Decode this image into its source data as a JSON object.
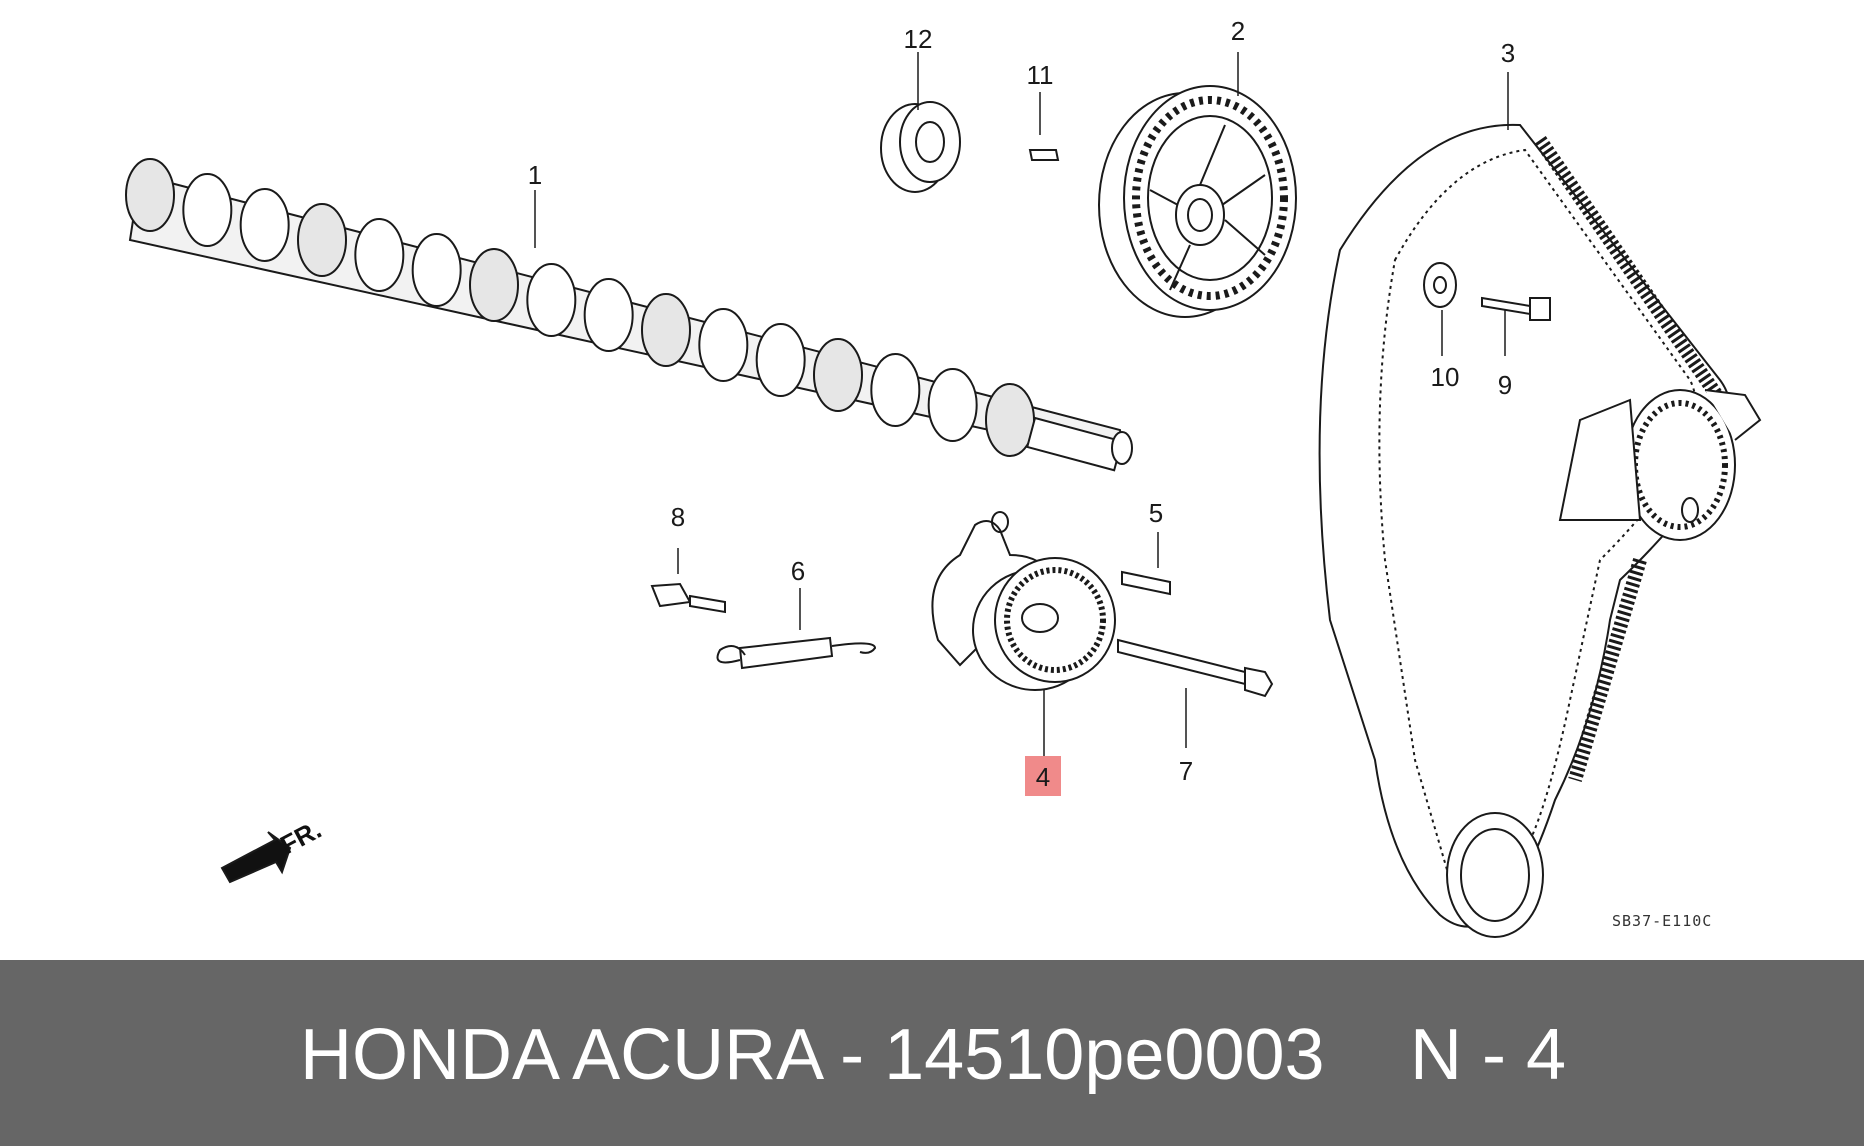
{
  "callouts": [
    {
      "id": "1",
      "label": "1"
    },
    {
      "id": "2",
      "label": "2"
    },
    {
      "id": "3",
      "label": "3"
    },
    {
      "id": "4",
      "label": "4",
      "highlighted": true
    },
    {
      "id": "5",
      "label": "5"
    },
    {
      "id": "6",
      "label": "6"
    },
    {
      "id": "7",
      "label": "7"
    },
    {
      "id": "8",
      "label": "8"
    },
    {
      "id": "9",
      "label": "9"
    },
    {
      "id": "10",
      "label": "10"
    },
    {
      "id": "11",
      "label": "11"
    },
    {
      "id": "12",
      "label": "12"
    }
  ],
  "direction_label": "FR.",
  "drawing_code": "SB37-E110C",
  "footer": {
    "brand_part": "HONDA ACURA - 14510pe0003",
    "ref": "N - 4"
  },
  "colors": {
    "footer_bg": "#666666",
    "highlight": "#f08a8a",
    "line": "#1a1a1a"
  }
}
